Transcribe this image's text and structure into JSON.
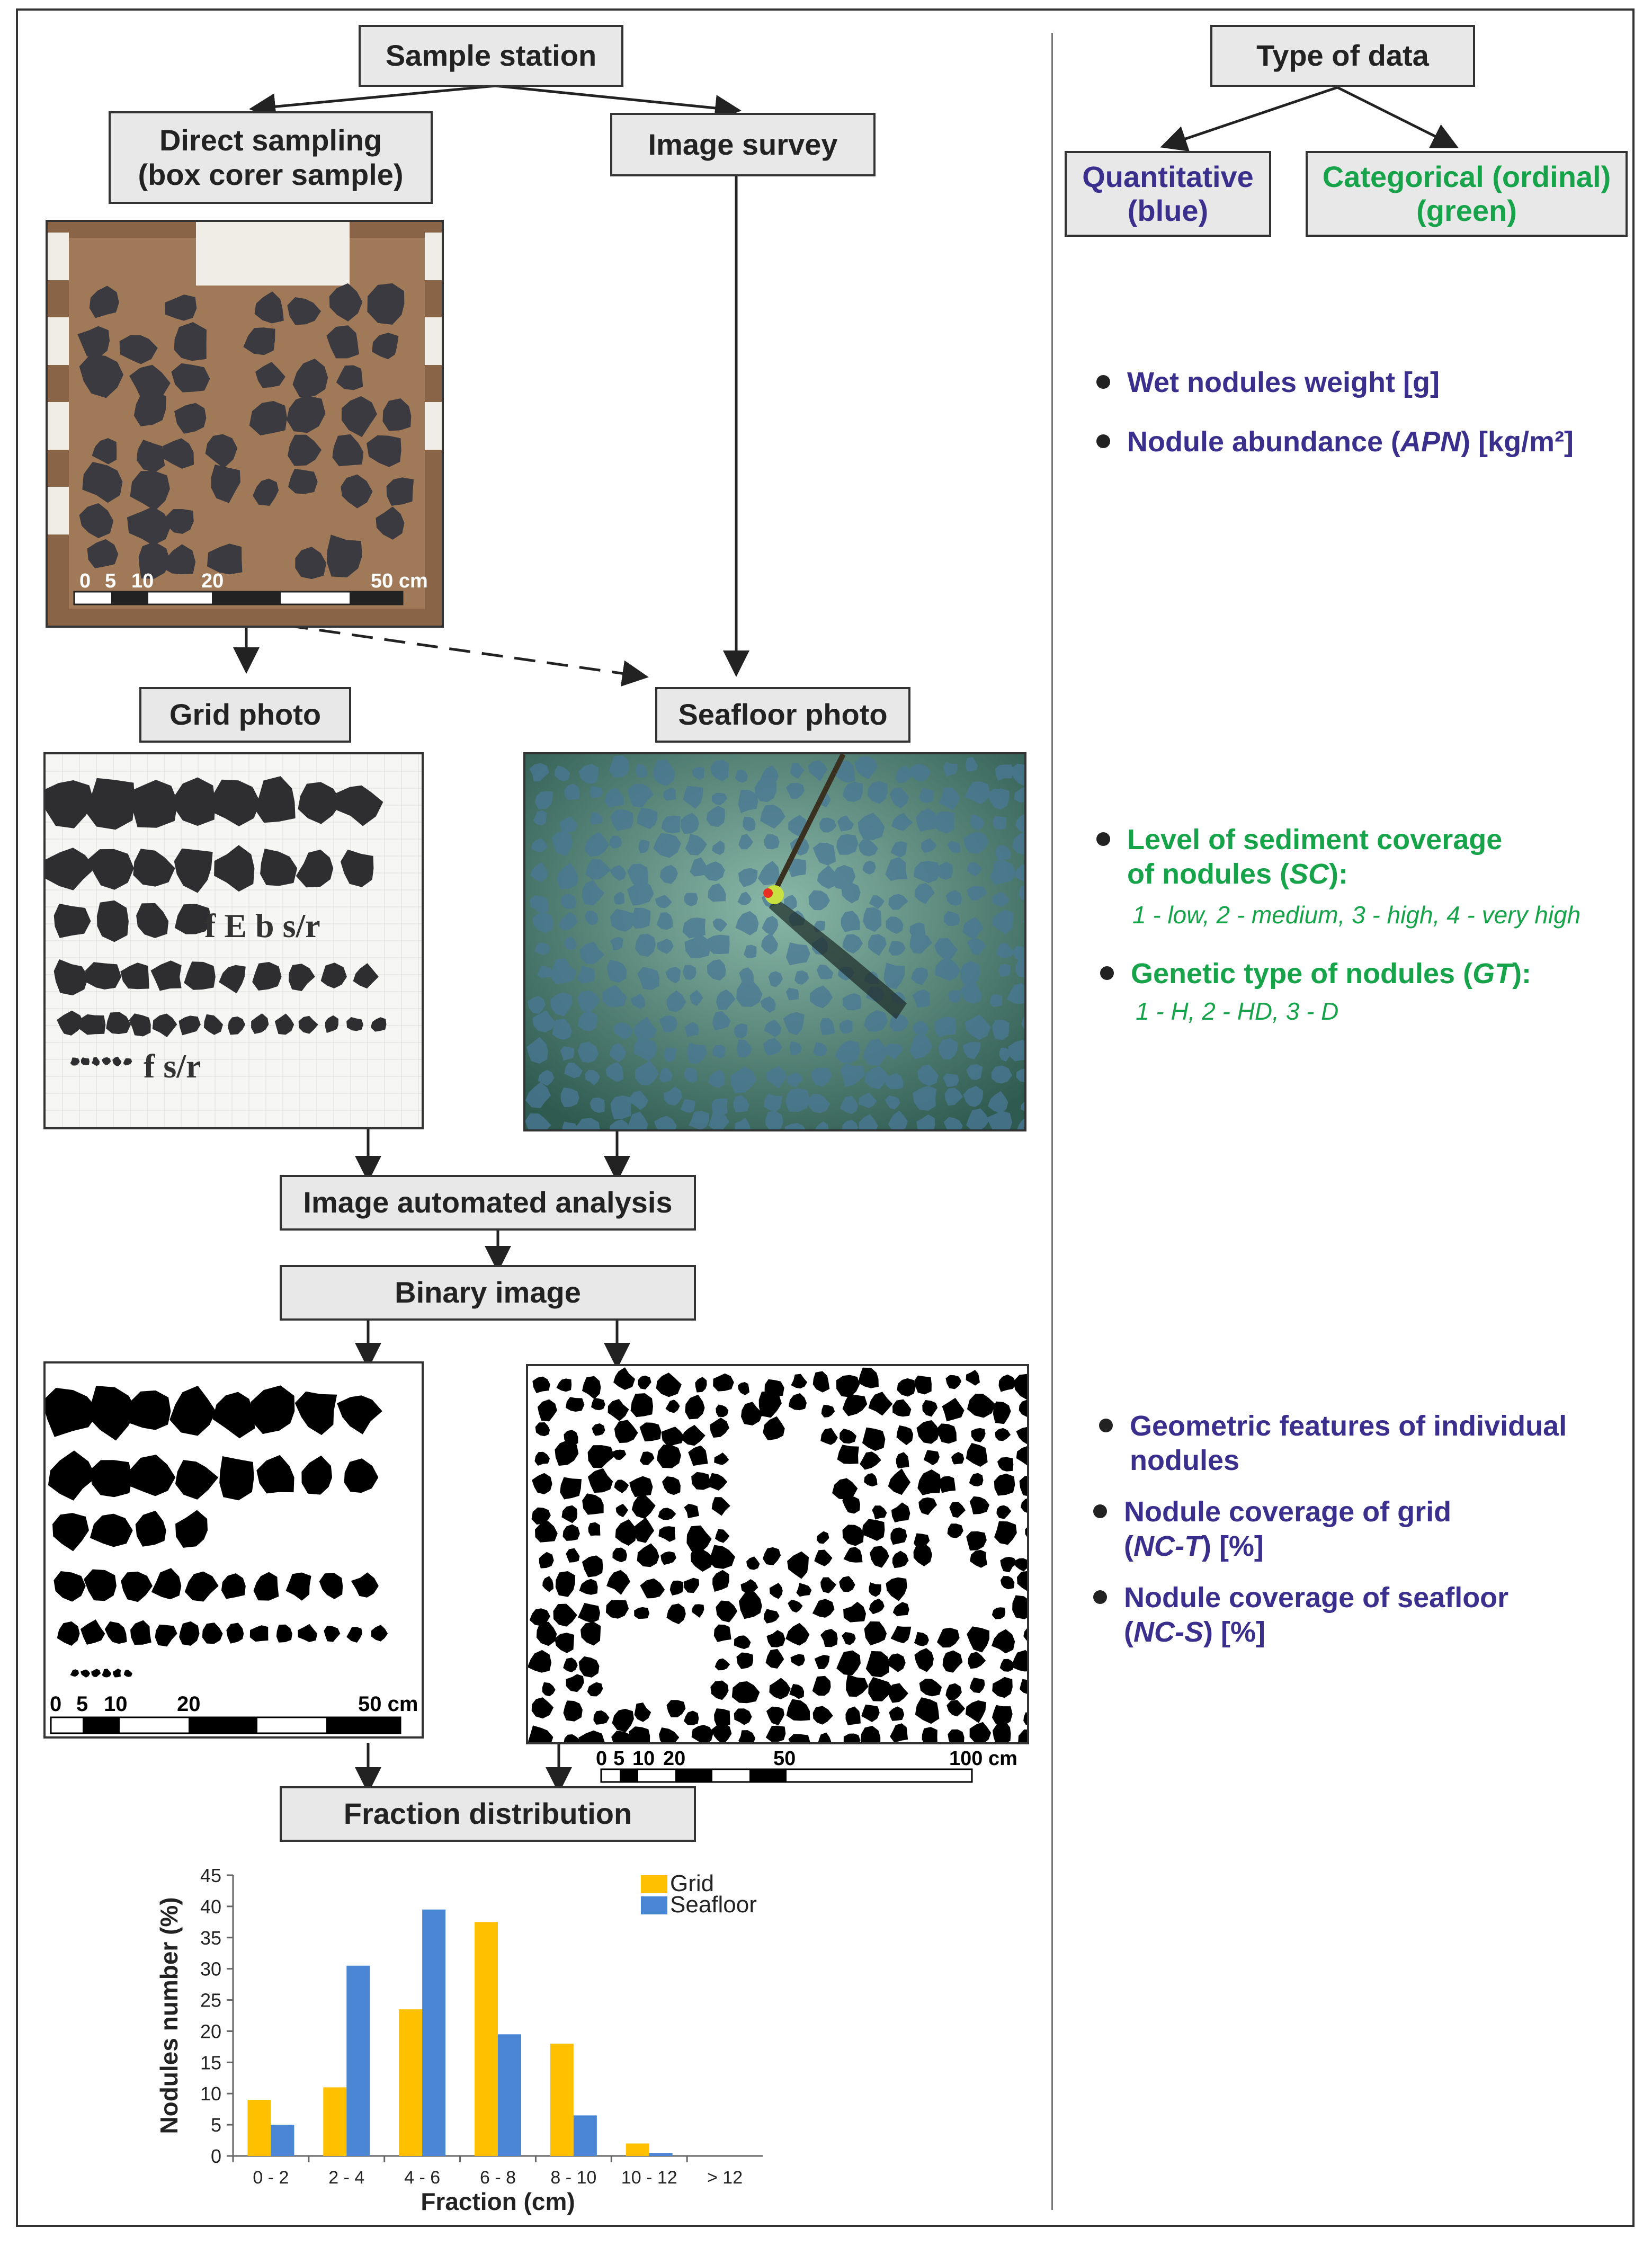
{
  "left_flow": {
    "sample_station": "Sample station",
    "direct_sampling": "Direct sampling\n(box corer sample)",
    "image_survey": "Image survey",
    "grid_photo": "Grid photo",
    "seafloor_photo": "Seafloor photo",
    "image_analysis": "Image automated analysis",
    "binary_image": "Binary image",
    "fraction_distribution": "Fraction distribution",
    "box_scale_labels": [
      "0",
      "5",
      "10",
      "20",
      "50 cm"
    ],
    "grid_letters_1": "f E b s/r",
    "grid_letters_2": "f s/r",
    "binary_grid_scale_labels": [
      "0",
      "5",
      "10",
      "20",
      "50 cm"
    ],
    "binary_seafloor_scale_labels": [
      "0",
      "5",
      "10",
      "20",
      "50",
      "100 cm"
    ]
  },
  "right_panel": {
    "type_of_data": "Type of data",
    "quantitative": "Quantitative\n(blue)",
    "categorical": "Categorical (ordinal)\n(green)",
    "items": [
      {
        "pre": "Wet nodules weight [g]",
        "it": "",
        "post": ""
      },
      {
        "pre": "Nodule abundance (",
        "it": "APN",
        "post": ") [kg/m²]"
      },
      {
        "pre": "Level of sediment coverage\nof nodules (",
        "it": "SC",
        "post": "):"
      },
      {
        "pre": "Genetic type of nodules (",
        "it": "GT",
        "post": "):"
      },
      {
        "pre": "Geometric features of individual\nnodules",
        "it": "",
        "post": ""
      },
      {
        "pre": "Nodule coverage of grid\n(",
        "it": "NC-T",
        "post": ") [%]"
      },
      {
        "pre": "Nodule coverage of seafloor\n(",
        "it": "NC-S",
        "post": ") [%]"
      }
    ],
    "sc_scale": "1 - low, 2 - medium, 3 - high, 4 - very high",
    "gt_scale": "1 - H, 2 - HD, 3 - D",
    "colors": {
      "quantitative": "#3a2f8c",
      "categorical": "#16a34a"
    }
  },
  "chart_data": {
    "type": "bar",
    "categories": [
      "0 - 2",
      "2 - 4",
      "4 - 6",
      "6 - 8",
      "8 - 10",
      "10 - 12",
      "> 12"
    ],
    "series": [
      {
        "name": "Grid",
        "color": "#ffc000",
        "values": [
          9,
          11,
          23.5,
          37.5,
          18,
          2,
          0
        ]
      },
      {
        "name": "Seafloor",
        "color": "#4a86d4",
        "values": [
          5,
          30.5,
          39.5,
          19.5,
          6.5,
          0.5,
          0
        ]
      }
    ],
    "xlabel": "Fraction (cm)",
    "ylabel": "Nodules number (%)",
    "ylim": [
      0,
      45
    ],
    "yticks": [
      0,
      5,
      10,
      15,
      20,
      25,
      30,
      35,
      40,
      45
    ],
    "legend": "top-right"
  }
}
